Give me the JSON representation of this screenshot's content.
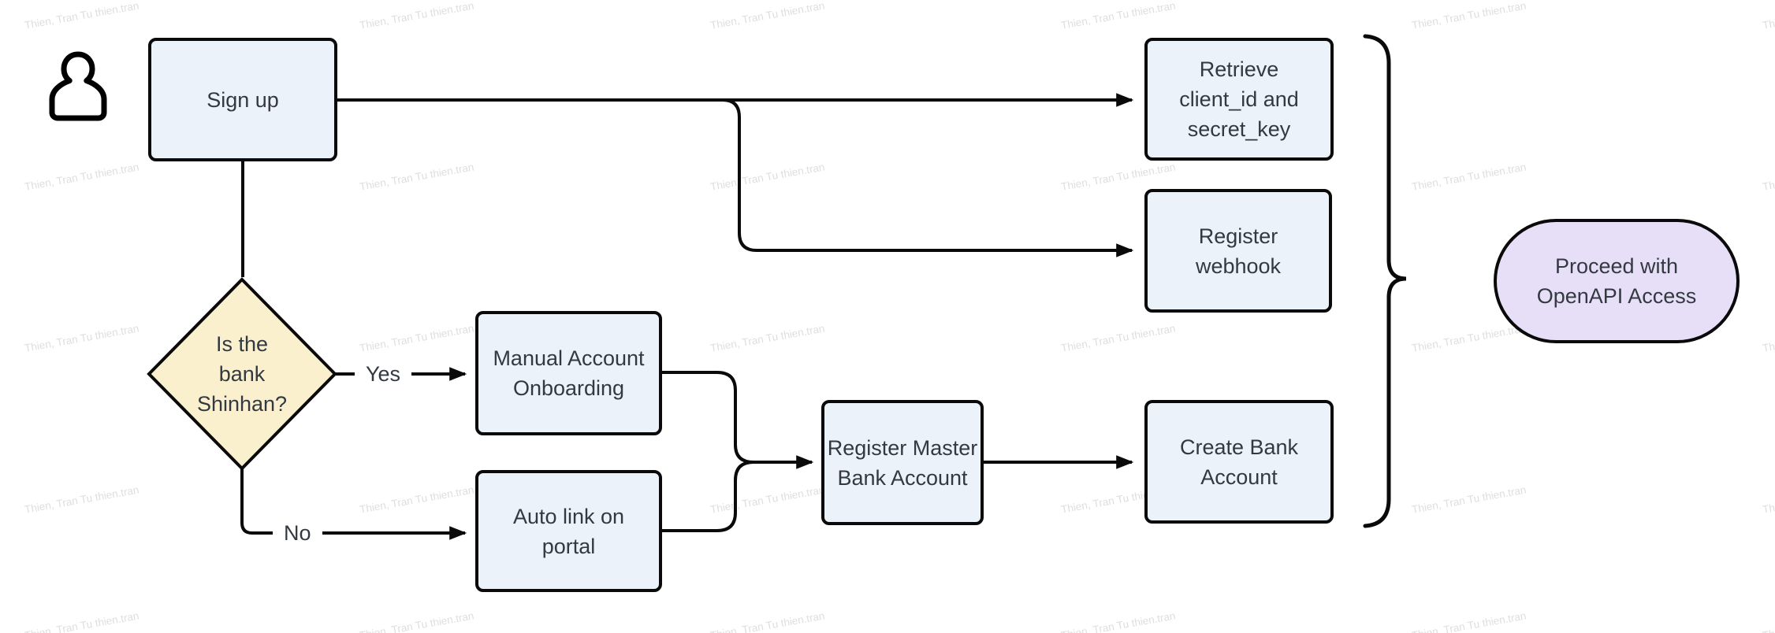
{
  "watermark": {
    "text": "Thien, Tran Tu thien.tran"
  },
  "icons": {
    "person_icon": "user-silhouette"
  },
  "colors": {
    "process_fill": "#ECF2FA",
    "decision_fill": "#FAF0CE",
    "terminal_fill": "#E7DFF7",
    "stroke": "#0A0A0A",
    "text": "#333941",
    "watermark": "#DEDEDE"
  },
  "nodes": {
    "signup": {
      "label": "Sign up"
    },
    "retrieve": {
      "label": "Retrieve\nclient_id and\nsecret_key"
    },
    "webhook": {
      "label": "Register\nwebhook"
    },
    "decision": {
      "label": "Is the\nbank\nShinhan?"
    },
    "manual": {
      "label": "Manual Account\nOnboarding"
    },
    "autolink": {
      "label": "Auto link on\nportal"
    },
    "register_master": {
      "label": "Register Master\nBank Account"
    },
    "create_account": {
      "label": "Create Bank\nAccount"
    },
    "proceed": {
      "label": "Proceed with\nOpenAPI Access"
    }
  },
  "edges": {
    "yes_label": "Yes",
    "no_label": "No",
    "connections": [
      {
        "from": "Sign up",
        "to": "Retrieve client_id and secret_key"
      },
      {
        "from": "Sign up",
        "to": "Register webhook"
      },
      {
        "from": "Sign up",
        "to": "Is the bank Shinhan?"
      },
      {
        "from": "Is the bank Shinhan?",
        "to": "Manual Account Onboarding",
        "label": "Yes"
      },
      {
        "from": "Is the bank Shinhan?",
        "to": "Auto link on portal",
        "label": "No"
      },
      {
        "from": "Manual Account Onboarding",
        "to": "Register Master Bank Account"
      },
      {
        "from": "Auto link on portal",
        "to": "Register Master Bank Account"
      },
      {
        "from": "Register Master Bank Account",
        "to": "Create Bank Account"
      },
      {
        "from": "all grouped steps",
        "to": "Proceed with OpenAPI Access"
      }
    ]
  }
}
